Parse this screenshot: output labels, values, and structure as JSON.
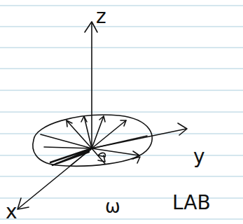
{
  "diagram": {
    "labels": [
      "z",
      "y",
      "x",
      "ω",
      "LAB"
    ]
  }
}
